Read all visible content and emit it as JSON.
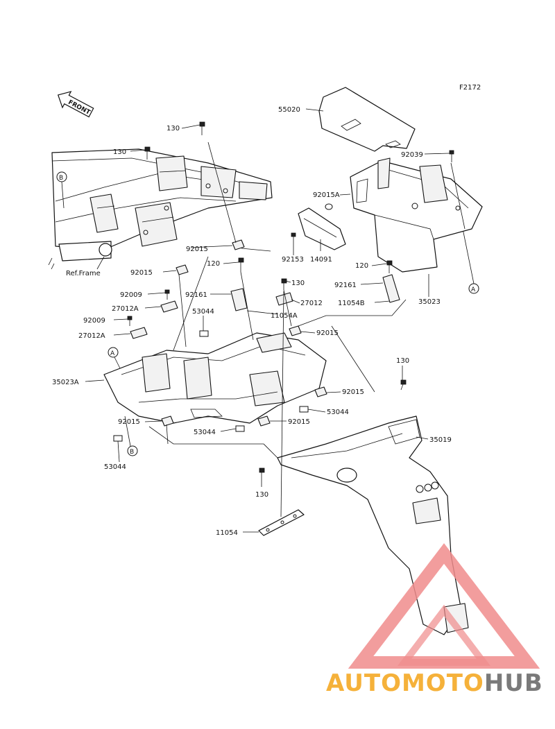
{
  "diagram": {
    "figure_code": "F2172",
    "front_label": "FRONT",
    "ref_frame_label": "Ref.Frame",
    "callouts": {
      "a_top": "A",
      "a_left": "A",
      "b_top": "B",
      "b_bottom": "B"
    },
    "labels": {
      "p55020": "55020",
      "p130_top": "130",
      "p130_mid": "130",
      "p92039": "92039",
      "p92015A": "92015A",
      "p92015_1": "92015",
      "p92153": "92153",
      "p14091": "14091",
      "p120_left": "120",
      "p120_right": "120",
      "p92015_2": "92015",
      "p130_c": "130",
      "p92161_right": "92161",
      "p35023": "35023",
      "p92009_1": "92009",
      "p92161_left": "92161",
      "p27012": "27012",
      "p11054B": "11054B",
      "p27012A_1": "27012A",
      "p53044_1": "53044",
      "p11054A": "11054A",
      "p92009_2": "92009",
      "p92015_3": "92015",
      "p27012A_2": "27012A",
      "p130_right": "130",
      "p35023A": "35023A",
      "p92015_4": "92015",
      "p53044_2": "53044",
      "p92015_5": "92015",
      "p92015_6": "92015",
      "p53044_3": "53044",
      "p35019": "35019",
      "p53044_4": "53044",
      "p130_bottom": "130",
      "p11054": "11054"
    }
  },
  "watermark": {
    "text_part1": "AUTOMOTO",
    "text_part2": "HUB",
    "color_primary": "#f5b13a",
    "color_secondary": "#ee6a5a",
    "color_dark": "#7a7a7a",
    "triangle_color": "#f08c8c"
  }
}
